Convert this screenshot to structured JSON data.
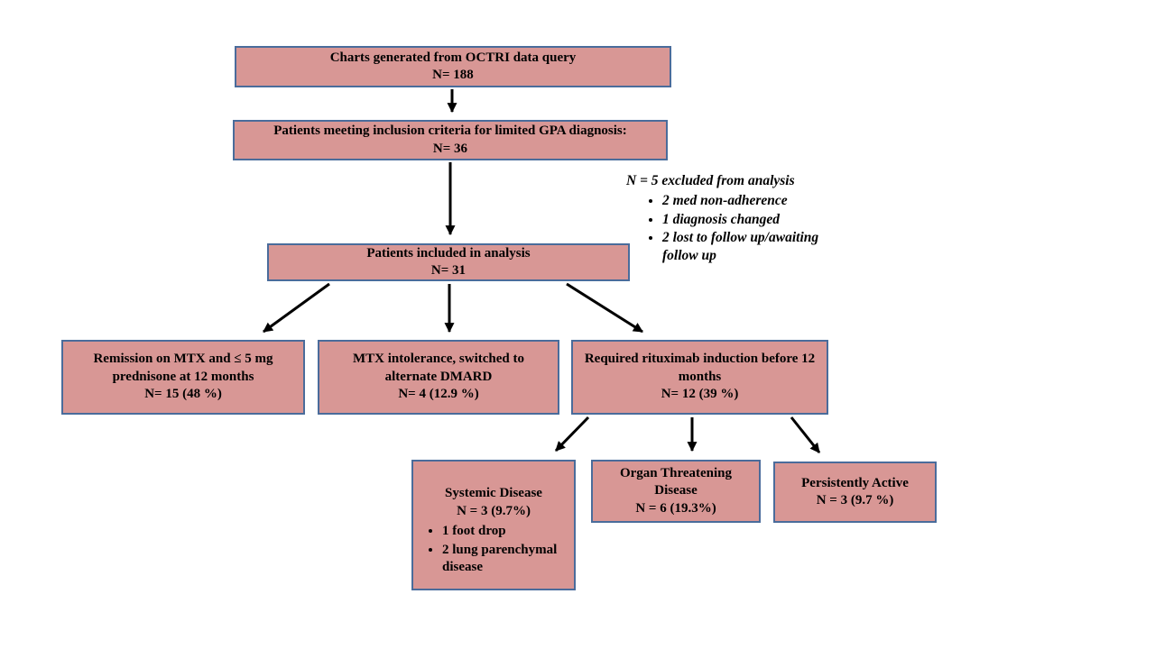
{
  "colors": {
    "background": "#ffffff",
    "box_fill": "#d89795",
    "box_border": "#4a6c9b",
    "arrow": "#000000",
    "text": "#000000"
  },
  "boxes": {
    "charts": {
      "title": "Charts generated from OCTRI data query",
      "n": "N= 188"
    },
    "inclusion": {
      "title": "Patients meeting inclusion criteria for limited GPA diagnosis:",
      "n": "N= 36"
    },
    "analysis": {
      "title": "Patients included in analysis",
      "n": "N= 31"
    },
    "remission": {
      "title": "Remission on MTX and ≤ 5 mg prednisone at 12 months",
      "n": "N= 15 (48 %)"
    },
    "mtx": {
      "title": "MTX intolerance, switched to alternate DMARD",
      "n": "N= 4 (12.9 %)"
    },
    "rituximab": {
      "title": "Required rituximab induction before 12 months",
      "n": "N= 12 (39 %)"
    },
    "systemic": {
      "title": "Systemic Disease",
      "n": "N = 3 (9.7%)",
      "bullets": [
        "1 foot drop",
        "2 lung parenchymal disease"
      ]
    },
    "organ": {
      "title": "Organ Threatening Disease",
      "n": "N = 6 (19.3%)"
    },
    "persistent": {
      "title": "Persistently Active",
      "n": "N = 3 (9.7 %)"
    }
  },
  "excluded_note": {
    "title": "N = 5 excluded from analysis",
    "bullets": [
      "2 med non-adherence",
      "1 diagnosis changed",
      "2 lost to follow up/awaiting follow up"
    ]
  }
}
